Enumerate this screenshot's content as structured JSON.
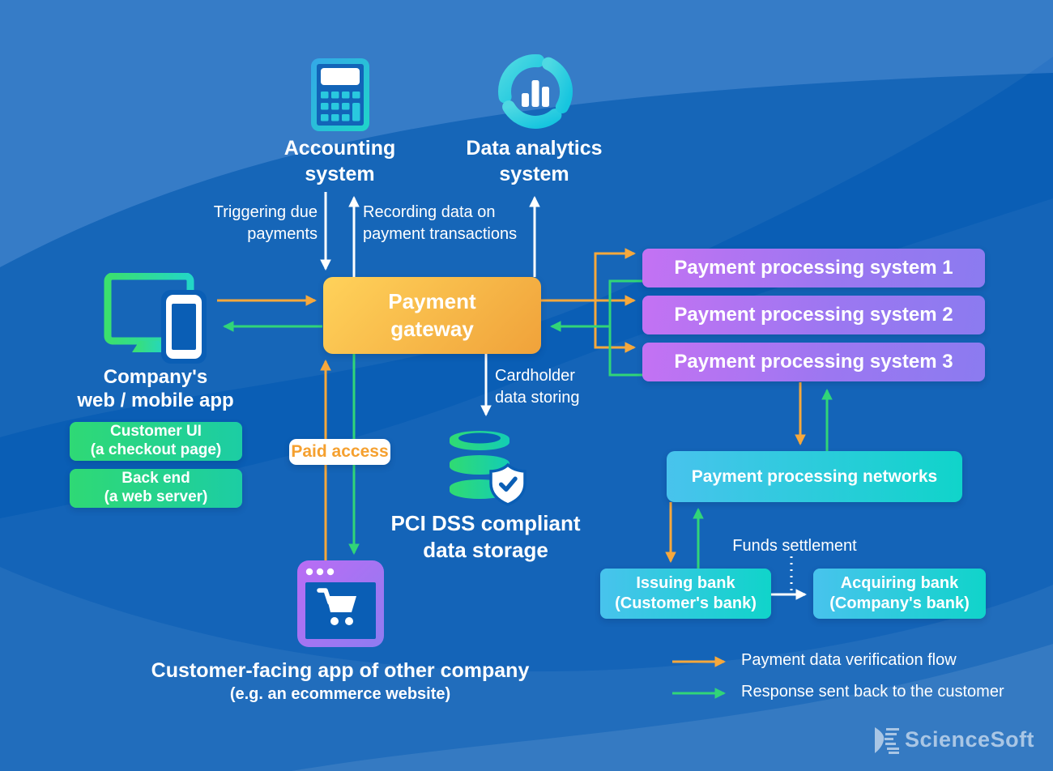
{
  "colors": {
    "background": "#0A5EB5",
    "wave_highlight": "#2C75C5",
    "flow_orange": "#F6A83C",
    "flow_green": "#31D578",
    "flow_white": "#FFFFFF",
    "gateway_gradient": [
      "#FFD25A",
      "#F0A23A"
    ],
    "processor_gradient": [
      "#C472F3",
      "#8B7BF0"
    ],
    "network_gradient": [
      "#48C3ED",
      "#10D4CA"
    ],
    "green_box_gradient": [
      "#2FD975",
      "#1CCDA4"
    ],
    "paid_access_text": "#F5A02F",
    "logo_text": "#A9C6E5"
  },
  "systems": {
    "accounting": {
      "label": "Accounting\nsystem",
      "icon": "calculator-icon"
    },
    "analytics": {
      "label": "Data analytics\nsystem",
      "icon": "donut-chart-icon"
    }
  },
  "gateway": {
    "label": "Payment\ngateway"
  },
  "company": {
    "label": "Company's\nweb / mobile app",
    "icon": "desktop-mobile-icon",
    "customer_ui": "Customer UI\n(a checkout page)",
    "back_end": "Back end\n(a web server)"
  },
  "processors": [
    {
      "label": "Payment processing system 1"
    },
    {
      "label": "Payment processing system 2"
    },
    {
      "label": "Payment processing system 3"
    }
  ],
  "networks": {
    "label": "Payment processing networks"
  },
  "banks": {
    "issuing": "Issuing bank\n(Customer's bank)",
    "acquiring": "Acquiring bank\n(Company's bank)",
    "funds_settlement": "Funds settlement"
  },
  "storage": {
    "label": "PCI DSS compliant\ndata storage",
    "icon": "database-shield-icon"
  },
  "ecommerce": {
    "label": "Customer-facing app of other company",
    "sublabel": "(e.g. an ecommerce website)",
    "icon": "shopping-cart-browser-icon"
  },
  "flow_labels": {
    "triggering": "Triggering due\npayments",
    "recording": "Recording data on\npayment transactions",
    "cardholder": "Cardholder\ndata storing",
    "paid_access": "Paid access"
  },
  "legend": [
    {
      "color": "#F6A83C",
      "label": "Payment data verification flow"
    },
    {
      "color": "#31D578",
      "label": "Response sent back to the customer"
    }
  ],
  "logo": {
    "text": "ScienceSoft"
  }
}
